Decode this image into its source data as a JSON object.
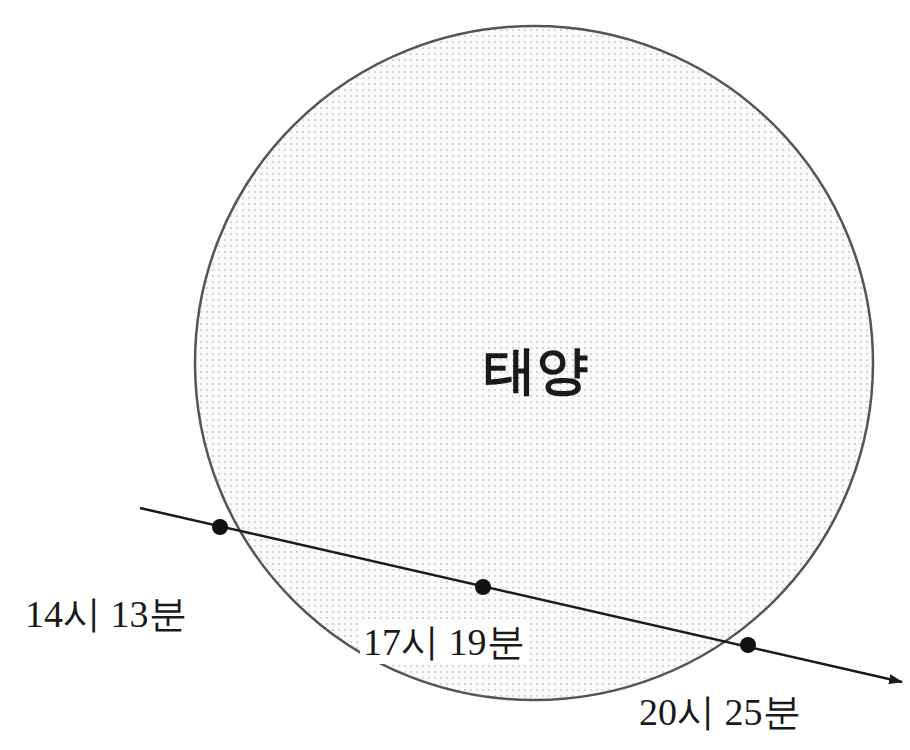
{
  "diagram": {
    "nodes": [
      {
        "text": [
          "태양"
        ]
      }
    ],
    "labels": [
      "14시 13분",
      "17시 19분",
      "20시 25분"
    ]
  }
}
